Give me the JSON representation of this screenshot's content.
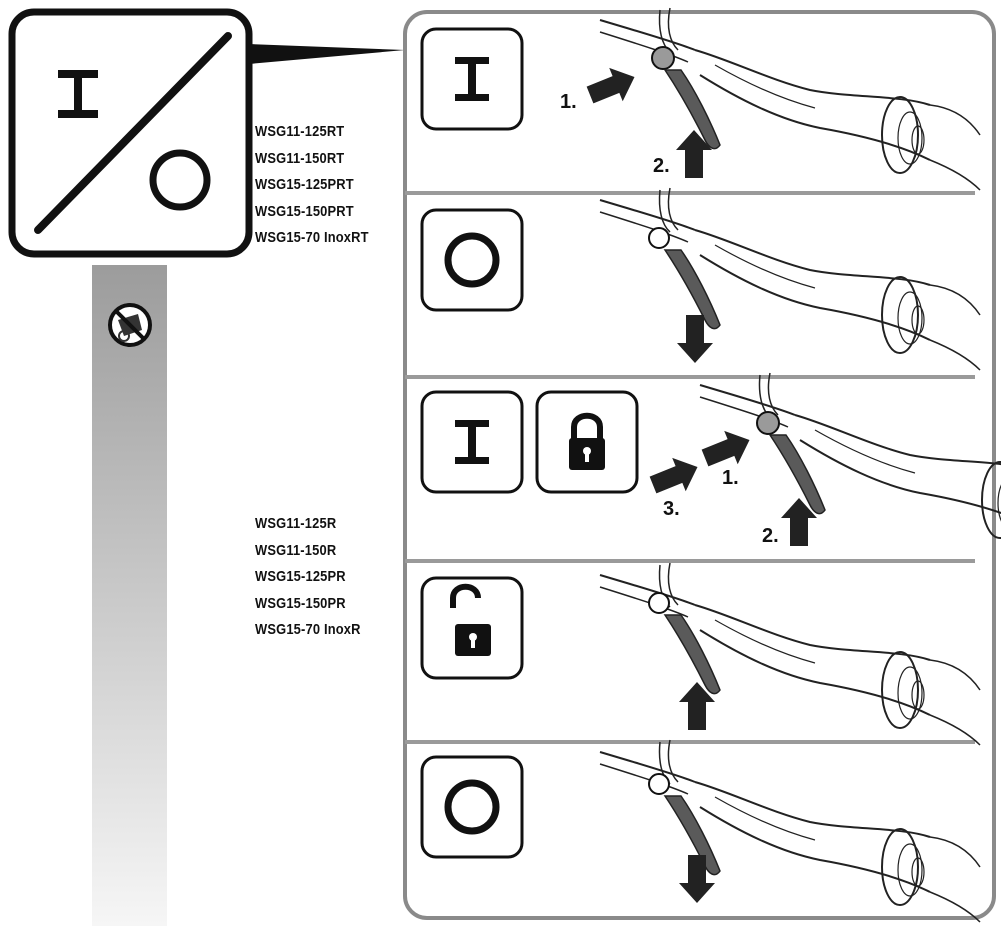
{
  "legend": {
    "switch_on_glyph": "I",
    "switch_off_glyph": "O",
    "icon": "on-off-switch-icon"
  },
  "models_with_lock": [
    "WSG11-125RT",
    "WSG11-150RT",
    "WSG15-125PRT",
    "WSG15-150PRT",
    "WSG15-70 InoxRT"
  ],
  "models_without_lock": [
    "WSG11-125R",
    "WSG11-150R",
    "WSG15-125PR",
    "WSG15-150PR",
    "WSG15-70 InoxR"
  ],
  "prohibition_icon": "no-grinding-prohibition-icon",
  "steps": [
    {
      "icons": [
        "on-icon"
      ],
      "labels": [
        "1.",
        "2."
      ]
    },
    {
      "icons": [
        "off-icon"
      ],
      "labels": []
    },
    {
      "icons": [
        "on-icon",
        "locked-padlock-icon"
      ],
      "labels": [
        "1.",
        "2.",
        "3."
      ]
    },
    {
      "icons": [
        "unlocked-padlock-icon"
      ],
      "labels": []
    },
    {
      "icons": [
        "off-icon"
      ],
      "labels": []
    }
  ],
  "colors": {
    "ink": "#111111",
    "panel_border": "#8a8a8a",
    "divider": "#9a9a9a",
    "gradient_top": "#9c9c9c",
    "gradient_bottom": "#f4f4f4"
  }
}
